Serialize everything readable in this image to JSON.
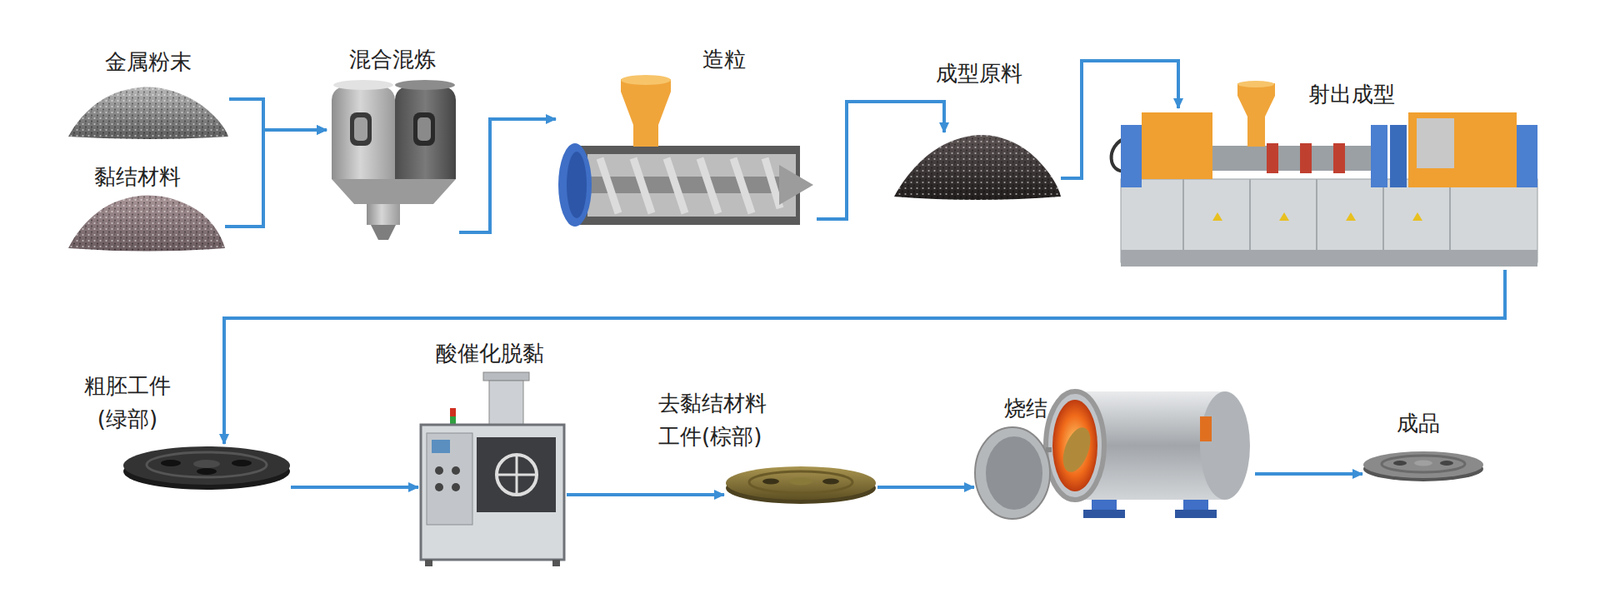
{
  "diagram": {
    "nodes": [
      {
        "text": [
          "金属粉末"
        ]
      },
      {
        "text": [
          "黏结材料"
        ]
      },
      {
        "text": [
          "混合混炼"
        ]
      },
      {
        "text": [
          "造粒"
        ]
      },
      {
        "text": [
          "成型原料"
        ]
      },
      {
        "text": [
          "射出成型"
        ]
      },
      {
        "text": [
          "粗胚工件 (绿部)"
        ]
      },
      {
        "text": [
          "酸催化脱黏"
        ]
      },
      {
        "text": [
          "去黏结材料 工件(棕部)"
        ]
      },
      {
        "text": [
          "烧结"
        ]
      },
      {
        "text": [
          "成品"
        ]
      }
    ],
    "edges": [
      {
        "from": 0,
        "to": 2,
        "arrow": "to"
      },
      {
        "from": 1,
        "to": 2,
        "arrow": "to"
      },
      {
        "from": 2,
        "to": 3,
        "arrow": "to"
      },
      {
        "from": 3,
        "to": 4,
        "arrow": "to"
      },
      {
        "from": 4,
        "to": 5,
        "arrow": "to"
      },
      {
        "from": 5,
        "to": 6,
        "arrow": "to"
      },
      {
        "from": 6,
        "to": 7,
        "arrow": "to"
      },
      {
        "from": 7,
        "to": 8,
        "arrow": "to"
      },
      {
        "from": 8,
        "to": 9,
        "arrow": "to"
      },
      {
        "from": 9,
        "to": 10,
        "arrow": "to"
      }
    ]
  }
}
